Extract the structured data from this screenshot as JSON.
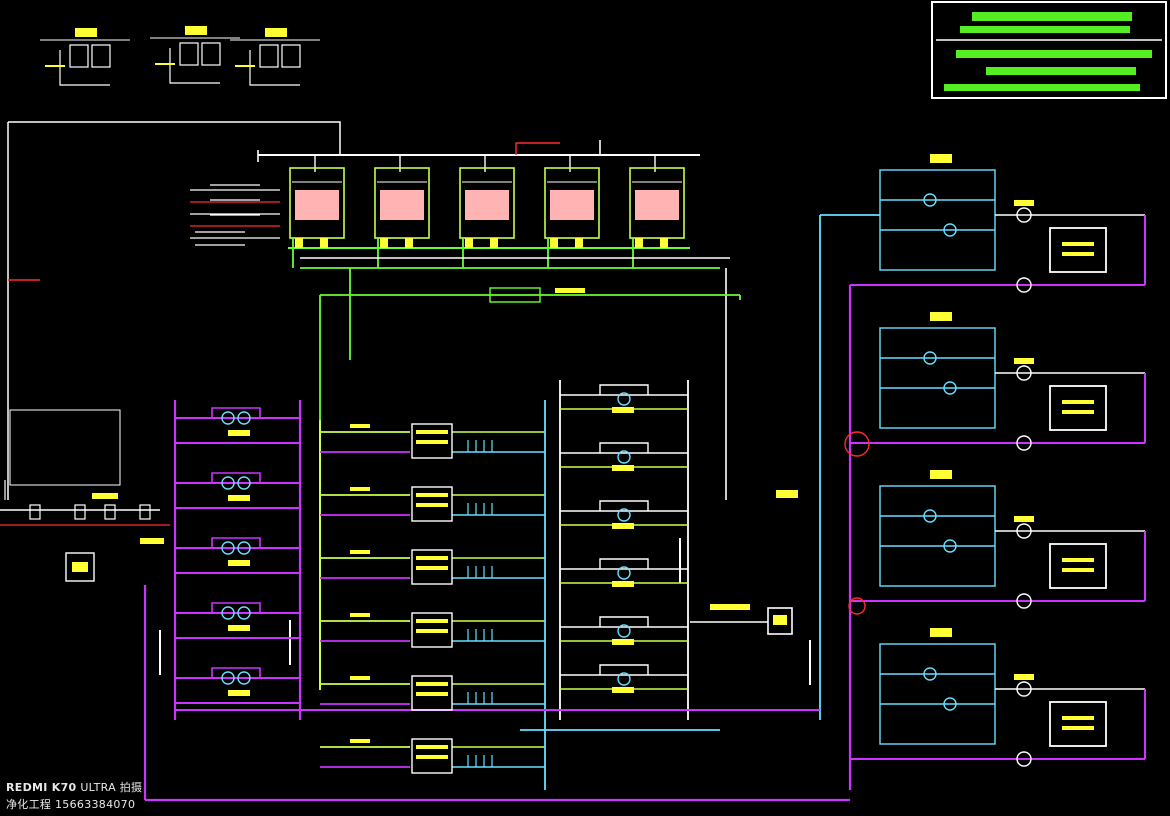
{
  "colors": {
    "background": "#000000",
    "white": "#ffffff",
    "green": "#66ff33",
    "yellow_green": "#c8ff4a",
    "yellow": "#ffff33",
    "cyan": "#66e0ff",
    "magenta": "#cc33ff",
    "red": "#ff2a2a",
    "pink_fill": "#ffb3b3",
    "legend_bar": "#55ee22"
  },
  "icons": {
    "tank": "rect-tank",
    "pump": "circle-pump",
    "valve": "bowtie-valve",
    "equipment_box": "boxed-equipment"
  },
  "watermark": {
    "model": "REDMI K70",
    "suffix": "ULTRA 拍摄",
    "line2": "净化工程 15663384070"
  }
}
